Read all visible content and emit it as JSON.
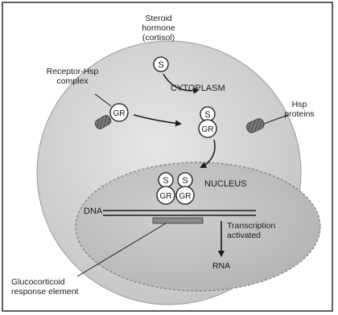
{
  "labels": {
    "steroid_line1": "Steroid",
    "steroid_line2": "hormone",
    "steroid_line3": "(cortisol)",
    "receptor_line1": "Receptor-Hsp",
    "receptor_line2": "complex",
    "cytoplasm": "CYTOPLASM",
    "hsp_line1": "Hsp",
    "hsp_line2": "proteins",
    "nucleus": "NUCLEUS",
    "dna": "DNA",
    "transcription_line1": "Transcription",
    "transcription_line2": "activated",
    "rna": "RNA",
    "gre_line1": "Glucocorticoid",
    "gre_line2": "response element"
  },
  "symbols": {
    "steroid": "S",
    "receptor": "GR"
  },
  "colors": {
    "cell_fill": "#d2d2d2",
    "nucleus_fill": "#bdbdbd",
    "hsp_fill": "#6e6e6e",
    "ink": "#1a1a1a"
  }
}
